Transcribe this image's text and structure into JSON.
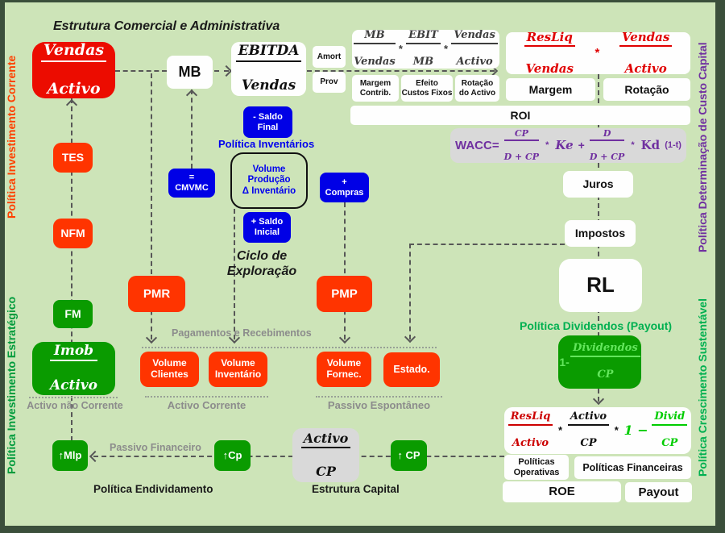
{
  "title": "Estrutura Comercial e Administrativa",
  "colors": {
    "background": "#cde4b8",
    "border": "#3b4f3b",
    "red": "#ec0c00",
    "orange_red": "#ff3400",
    "green_box": "#0a9b00",
    "blue_box": "#0000e6",
    "purple": "#7030a0",
    "label_green": "#00b050",
    "label_orange": "#ff4000",
    "gray_text": "#8c8c8c",
    "formula_red": "#e00000",
    "formula_green": "#00cc00"
  },
  "side_labels": {
    "left_top": "Política Investimento Corrente",
    "left_bottom": "Política Investimento Estratégico",
    "right_top": "Política Determinação de Custo Capital",
    "right_bottom": "Política Crescimento Sustentável"
  },
  "top": {
    "vendas_activo": {
      "num": "Vendas",
      "den": "Activo"
    },
    "mb": "MB",
    "ebitda_vendas": {
      "num": "EBITDA",
      "den": "Vendas"
    },
    "amort": "Amort",
    "prov": "Prov",
    "dupont": {
      "f1num": "MB",
      "f1den": "Vendas",
      "op1": "*",
      "f2num": "EBIT",
      "f2den": "MB",
      "op2": "*",
      "f3num": "Vendas",
      "f3den": "Activo"
    },
    "margem_rotacao": {
      "f1num": "ResLiq",
      "f1den": "Vendas",
      "op": "*",
      "f2num": "Vendas",
      "f2den": "Activo"
    },
    "margem_contrib": "Margem\nContrib.",
    "efeito_custos": "Efeito\nCustos Fixos",
    "rotacao_activo": "Rotação\ndo Activo",
    "margem": "Margem",
    "rotacao": "Rotação",
    "roi": "ROI"
  },
  "wacc": {
    "prefix": "WACC=",
    "f1num": "CP",
    "f1den": "D + CP",
    "op1": "*",
    "ke": "Ke",
    "plus": "+",
    "f2num": "D",
    "f2den": "D + CP",
    "op2": "*",
    "kd": "Kd",
    "t": "(1-t)"
  },
  "right": {
    "juros": "Juros",
    "impostos": "Impostos",
    "rl": "RL",
    "dividendos_label": "Política Dividendos (Payout)",
    "payout_box": {
      "prefix": "1-",
      "num": "Dividendos",
      "den": "CP"
    },
    "roe_formula": {
      "f1num": "ResLiq",
      "f1den": "Activo",
      "op1": "*",
      "f2num": "Activo",
      "f2den": "CP",
      "op2": "*",
      "one": "1 −",
      "f3num": "Divid",
      "f3den": "CP"
    },
    "politicas_operativas": "Políticas\nOperativas",
    "politicas_financeiras": "Políticas Financeiras",
    "roe": "ROE",
    "payout": "Payout"
  },
  "middle": {
    "saldo_final": "- Saldo\nFinal",
    "politica_inventarios": "Política Inventários",
    "volume_producao": "Volume\nProdução\nΔ Inventário",
    "cmvmc": "=\nCMVMC",
    "compras": "+\nCompras",
    "saldo_inicial": "+ Saldo\nInicial",
    "ciclo": "Ciclo de\nExploração",
    "pmr": "PMR",
    "pmp": "PMP",
    "pagamentos": "Pagamentos e Recebimentos",
    "volume_clientes": "Volume\nClientes",
    "volume_inventario": "Volume\nInventário",
    "volume_fornec": "Volume\nFornec.",
    "estado": "Estado.",
    "activo_corrente": "Activo Corrente",
    "passivo_espontaneo": "Passivo Espontâneo"
  },
  "left": {
    "tes": "TES",
    "nfm": "NFM",
    "fm": "FM",
    "imob_activo": {
      "num": "Imob",
      "den": "Activo"
    },
    "activo_nao_corrente": "Activo não Corrente"
  },
  "bottom": {
    "mlp": "↑Mlp",
    "passivo_financeiro": "Passivo Financeiro",
    "cp_small": "↑Cp",
    "activo_cp": {
      "num": "Activo",
      "den": "CP"
    },
    "cp_big": "↑ CP",
    "politica_endividamento": "Política Endividamento",
    "estrutura_capital": "Estrutura Capital"
  }
}
